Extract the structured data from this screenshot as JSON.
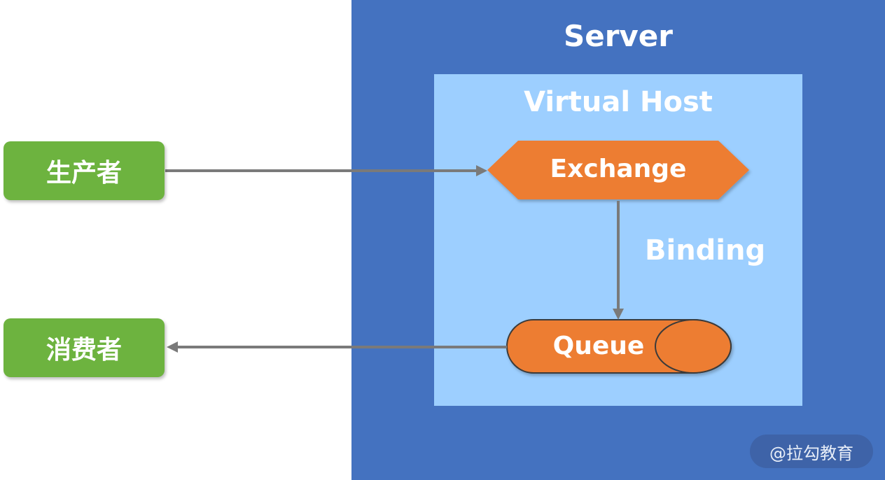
{
  "diagram": {
    "server_label": "Server",
    "virtual_host_label": "Virtual Host",
    "exchange_label": "Exchange",
    "binding_label": "Binding",
    "queue_label": "Queue",
    "producer_label": "生产者",
    "consumer_label": "消费者",
    "watermark": "@拉勾教育"
  },
  "colors": {
    "server": "#4472c0",
    "virtual_host": "#9dcfff",
    "exchange": "#ed7d31",
    "queue": "#ed7d31",
    "client_node": "#6db33f",
    "arrow": "#7a7a7a"
  }
}
